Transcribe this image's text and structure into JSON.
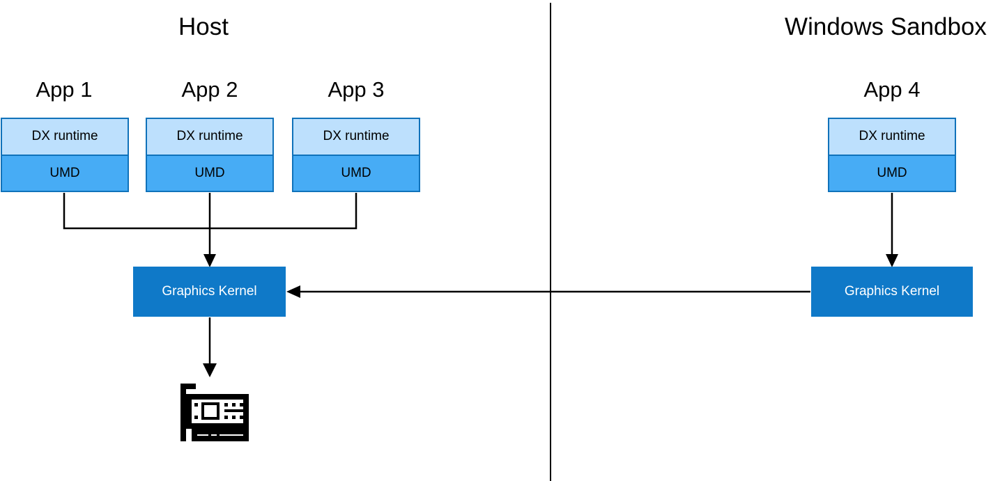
{
  "diagram": {
    "title_left": "Host",
    "title_right": "Windows Sandbox",
    "colors": {
      "dx_runtime_fill": "#BDE0FD",
      "umd_fill": "#47ACF5",
      "box_border": "#1072BA",
      "kernel_fill": "#0F79C8",
      "kernel_text": "#FFFFFF",
      "connector": "#000000",
      "background": "#FFFFFF"
    },
    "host": {
      "label": "Host",
      "apps": [
        {
          "name": "App 1",
          "layers": [
            {
              "label": "DX runtime"
            },
            {
              "label": "UMD"
            }
          ]
        },
        {
          "name": "App 2",
          "layers": [
            {
              "label": "DX runtime"
            },
            {
              "label": "UMD"
            }
          ]
        },
        {
          "name": "App 3",
          "layers": [
            {
              "label": "DX runtime"
            },
            {
              "label": "UMD"
            }
          ]
        }
      ],
      "kernel": {
        "label": "Graphics Kernel"
      },
      "device": {
        "icon": "graphics-card-icon"
      }
    },
    "sandbox": {
      "label": "Windows Sandbox",
      "apps": [
        {
          "name": "App 4",
          "layers": [
            {
              "label": "DX runtime"
            },
            {
              "label": "UMD"
            }
          ]
        }
      ],
      "kernel": {
        "label": "Graphics Kernel"
      }
    },
    "connections": [
      {
        "from": "App 1 UMD",
        "to": "Host Graphics Kernel"
      },
      {
        "from": "App 2 UMD",
        "to": "Host Graphics Kernel"
      },
      {
        "from": "App 3 UMD",
        "to": "Host Graphics Kernel"
      },
      {
        "from": "App 4 UMD",
        "to": "Sandbox Graphics Kernel"
      },
      {
        "from": "Sandbox Graphics Kernel",
        "to": "Host Graphics Kernel"
      },
      {
        "from": "Host Graphics Kernel",
        "to": "Graphics card"
      }
    ]
  }
}
